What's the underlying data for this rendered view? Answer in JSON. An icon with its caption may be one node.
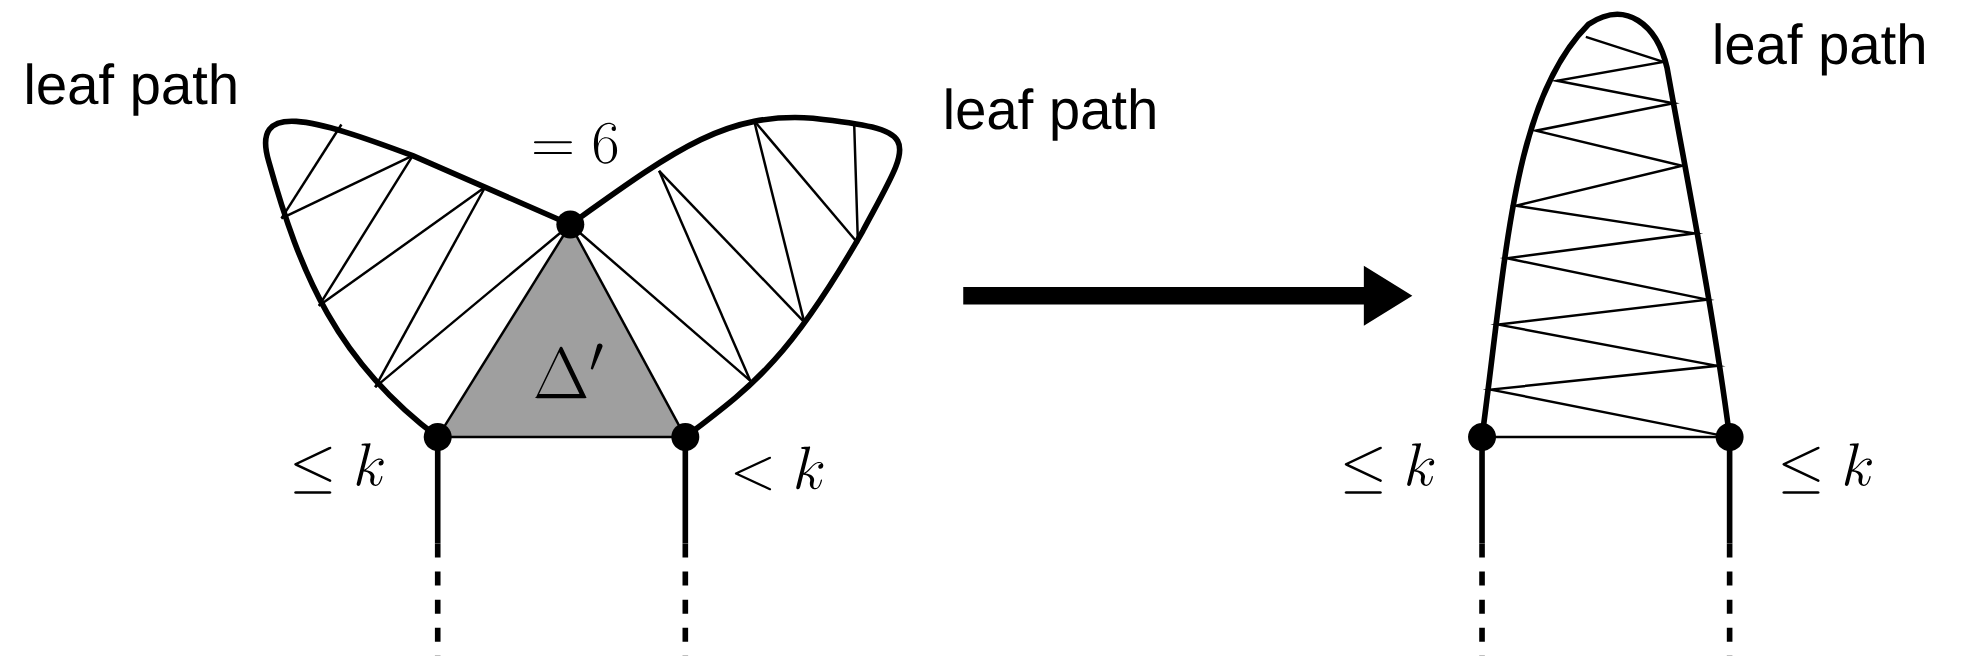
{
  "diagram": {
    "nodes": [
      {
        "text": [],
        "shape": "picture"
      },
      {
        "text": [],
        "shape": "picture"
      }
    ],
    "edges": [
      {
        "from": 0,
        "to": 1,
        "arrow": "to"
      }
    ],
    "labels": [
      "leaf path",
      "= 6",
      "leaf path",
      "\\Delta'",
      "\\leq k",
      "< k",
      "leaf path",
      "\\leq k",
      "\\leq k"
    ]
  }
}
